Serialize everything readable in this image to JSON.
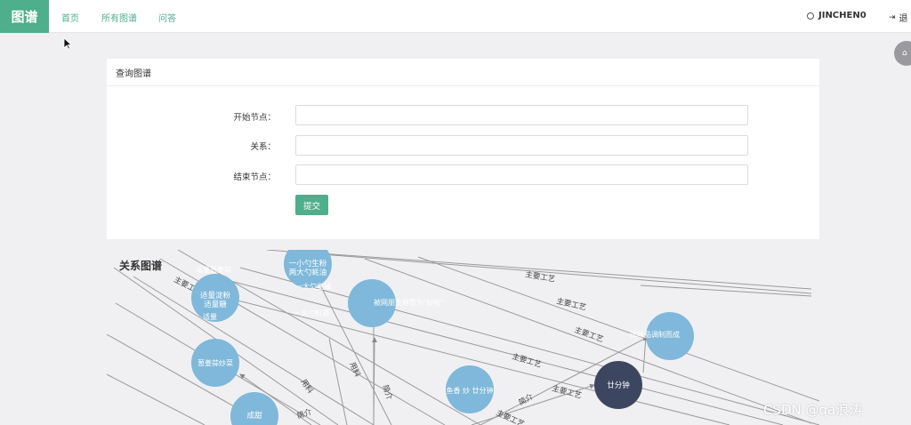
{
  "navbar": {
    "brand": "图谱",
    "links": [
      "首页",
      "所有图谱",
      "问答"
    ],
    "user": "JINCHEN0",
    "exit_label": "退"
  },
  "query_card": {
    "title": "查询图谱",
    "fields": [
      {
        "label": "开始节点：",
        "value": ""
      },
      {
        "label": "关系：",
        "value": ""
      },
      {
        "label": "结束节点：",
        "value": ""
      }
    ],
    "submit_label": "提交"
  },
  "graph": {
    "title": "关系图谱",
    "node_color": "#7fb8da",
    "highlight_node_color": "#3d4661",
    "nodes": [
      {
        "label_lines": [
          "一小勺生粉",
          "两大勺蚝油"
        ]
      },
      {
        "label_lines": [
          "适量淀粉",
          "适量糖"
        ]
      },
      {
        "label_lines": [
          "葱姜蒜炒菜"
        ]
      },
      {
        "label_lines": [
          "成甜"
        ]
      },
      {
        "label_lines": [
          "鱼香 炒 廿分钟"
        ]
      },
      {
        "label_lines": [
          "廿分钟"
        ]
      },
      {
        "label_lines": [
          ""
        ]
      }
    ],
    "edge_labels": [
      "主要工艺",
      "主要工艺",
      "主要工艺",
      "主要工艺",
      "主要工艺",
      "主要工艺",
      "主要工艺",
      "用料",
      "用料",
      "简介",
      "简介",
      "简介"
    ],
    "floating_texts": [
      "适量葱姜蒜",
      "适量",
      "一大勺生抽",
      "一大勺料酒",
      "被网朋友称赞为\"好吃\"",
      "调味品调制而成"
    ]
  },
  "watermark": "CSDN @qa浪涛"
}
